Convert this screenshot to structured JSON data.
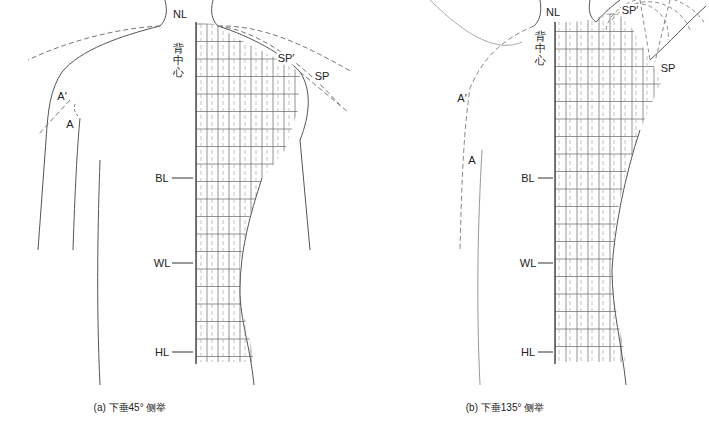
{
  "diagram": {
    "labels": [
      "NL",
      "SP′",
      "SP",
      "背中心",
      "A′",
      "A",
      "BL",
      "WL",
      "HL",
      "(a) 下垂45° 侧举",
      "NL",
      "SP′",
      "SP",
      "背中心",
      "A′",
      "A",
      "BL",
      "WL",
      "HL",
      "(b) 下垂135° 侧举"
    ]
  }
}
